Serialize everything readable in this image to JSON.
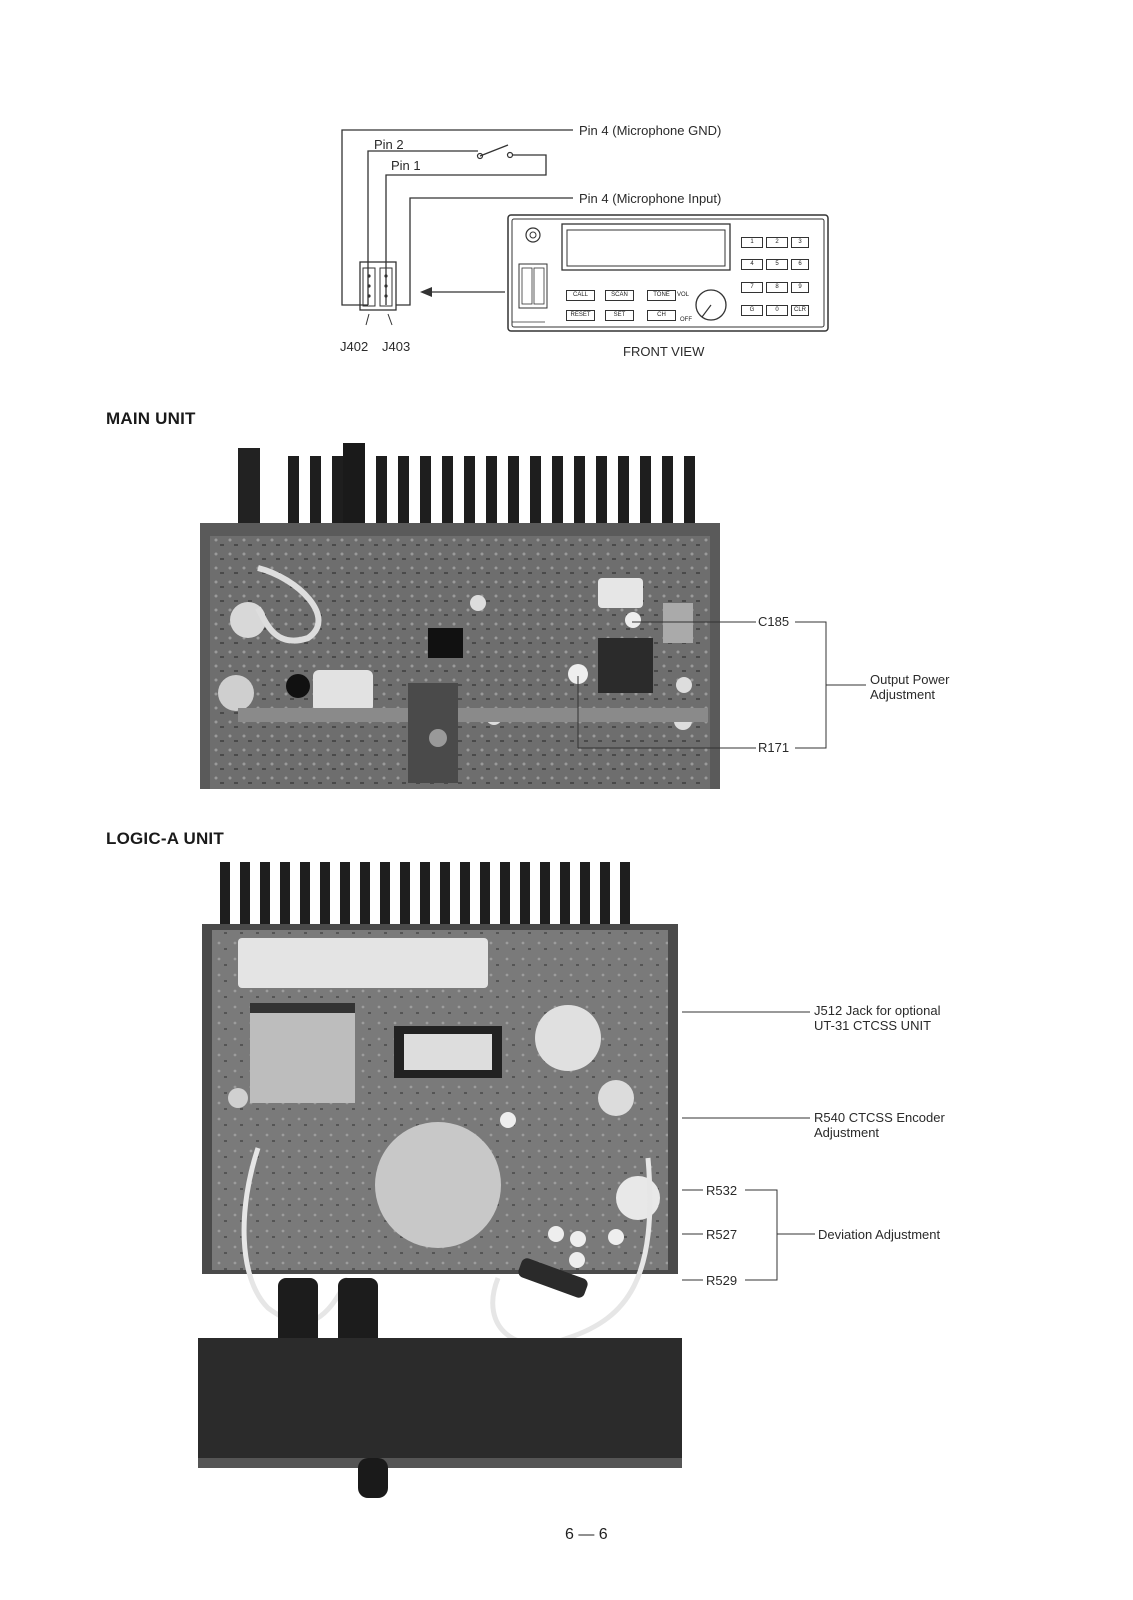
{
  "wiring": {
    "pin2": "Pin 2",
    "pin1": "Pin 1",
    "gnd_label": "Pin 4 (Microphone GND)",
    "input_label": "Pin 4 (Microphone Input)",
    "j402": "J402",
    "j403": "J403",
    "front_view": "FRONT VIEW"
  },
  "front_panel": {
    "keypad": [
      "1",
      "2",
      "3",
      "4",
      "5",
      "6",
      "7",
      "8",
      "9",
      "G",
      "0",
      "CLR"
    ],
    "buttons_row1": [
      "CALL",
      "SCAN",
      "TONE"
    ],
    "buttons_row2": [
      "RESET",
      "SET",
      "CH"
    ],
    "vol": "VOL",
    "off": "OFF"
  },
  "main_unit": {
    "heading": "MAIN UNIT",
    "c185": "C185",
    "r171": "R171",
    "group": "Output Power\nAdjustment"
  },
  "logic_unit": {
    "heading": "LOGIC-A UNIT",
    "j512": "J512  Jack for optional\nUT-31 CTCSS UNIT",
    "r540": "R540  CTCSS Encoder\nAdjustment",
    "r532": "R532",
    "r527": "R527",
    "r529": "R529",
    "deviation": "Deviation Adjustment"
  },
  "page_number": "6 — 6",
  "icons": {
    "arrow": "left-arrow-icon",
    "switch": "switch-icon",
    "knob": "volume-knob-icon"
  }
}
